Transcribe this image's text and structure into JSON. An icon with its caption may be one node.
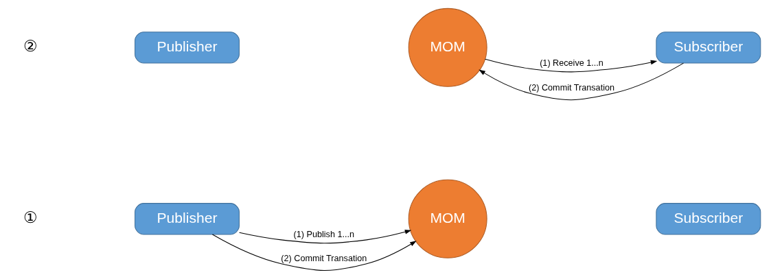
{
  "diagram": {
    "nodes": [
      {
        "text": [
          "Publisher"
        ]
      },
      {
        "text": [
          "MOM"
        ]
      },
      {
        "text": [
          "Subscriber"
        ]
      },
      {
        "text": [
          "Publisher"
        ]
      },
      {
        "text": [
          "MOM"
        ]
      },
      {
        "text": [
          "Subscriber"
        ]
      }
    ],
    "edges": [
      {
        "from": 0,
        "to": 1,
        "arrow": "to",
        "label": "(1) Publish 1...n"
      },
      {
        "from": 0,
        "to": 1,
        "arrow": "to",
        "label": "(2) Commit Transation"
      },
      {
        "from": 4,
        "to": 5,
        "arrow": "to",
        "label": "(1) Receive 1...n"
      },
      {
        "from": 5,
        "to": 4,
        "arrow": "to",
        "label": "(2) Commit Transation"
      }
    ],
    "labels": [
      "①",
      "②"
    ]
  }
}
